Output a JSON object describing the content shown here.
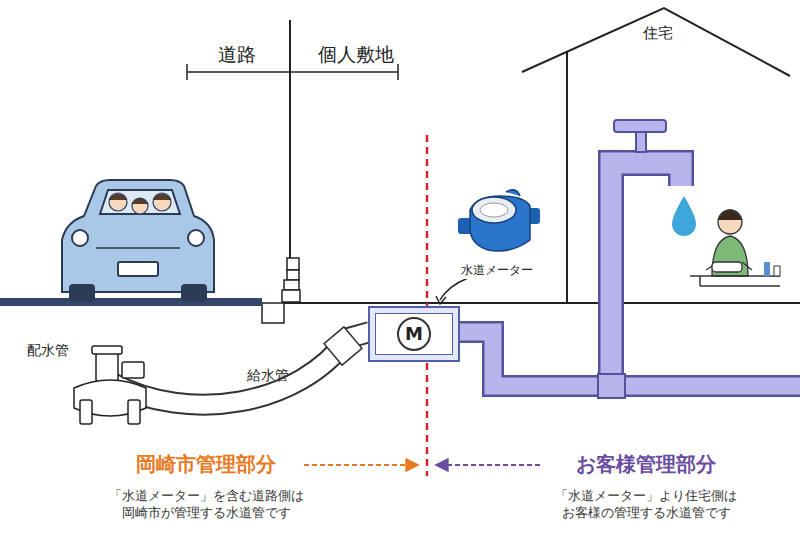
{
  "diagram": {
    "nodes": [
      {
        "text": [
          "M"
        ]
      }
    ],
    "labels": [
      "道路",
      "個人敷地",
      "住宅",
      "水道メーター",
      "配水管",
      "給水管",
      "岡崎市管理部分",
      "「水道メーター」を含む道路側は 岡崎市が管理する水道管です",
      "お客様管理部分",
      "「水道メーター」より住宅側は お客様の管理する水道管です"
    ]
  }
}
